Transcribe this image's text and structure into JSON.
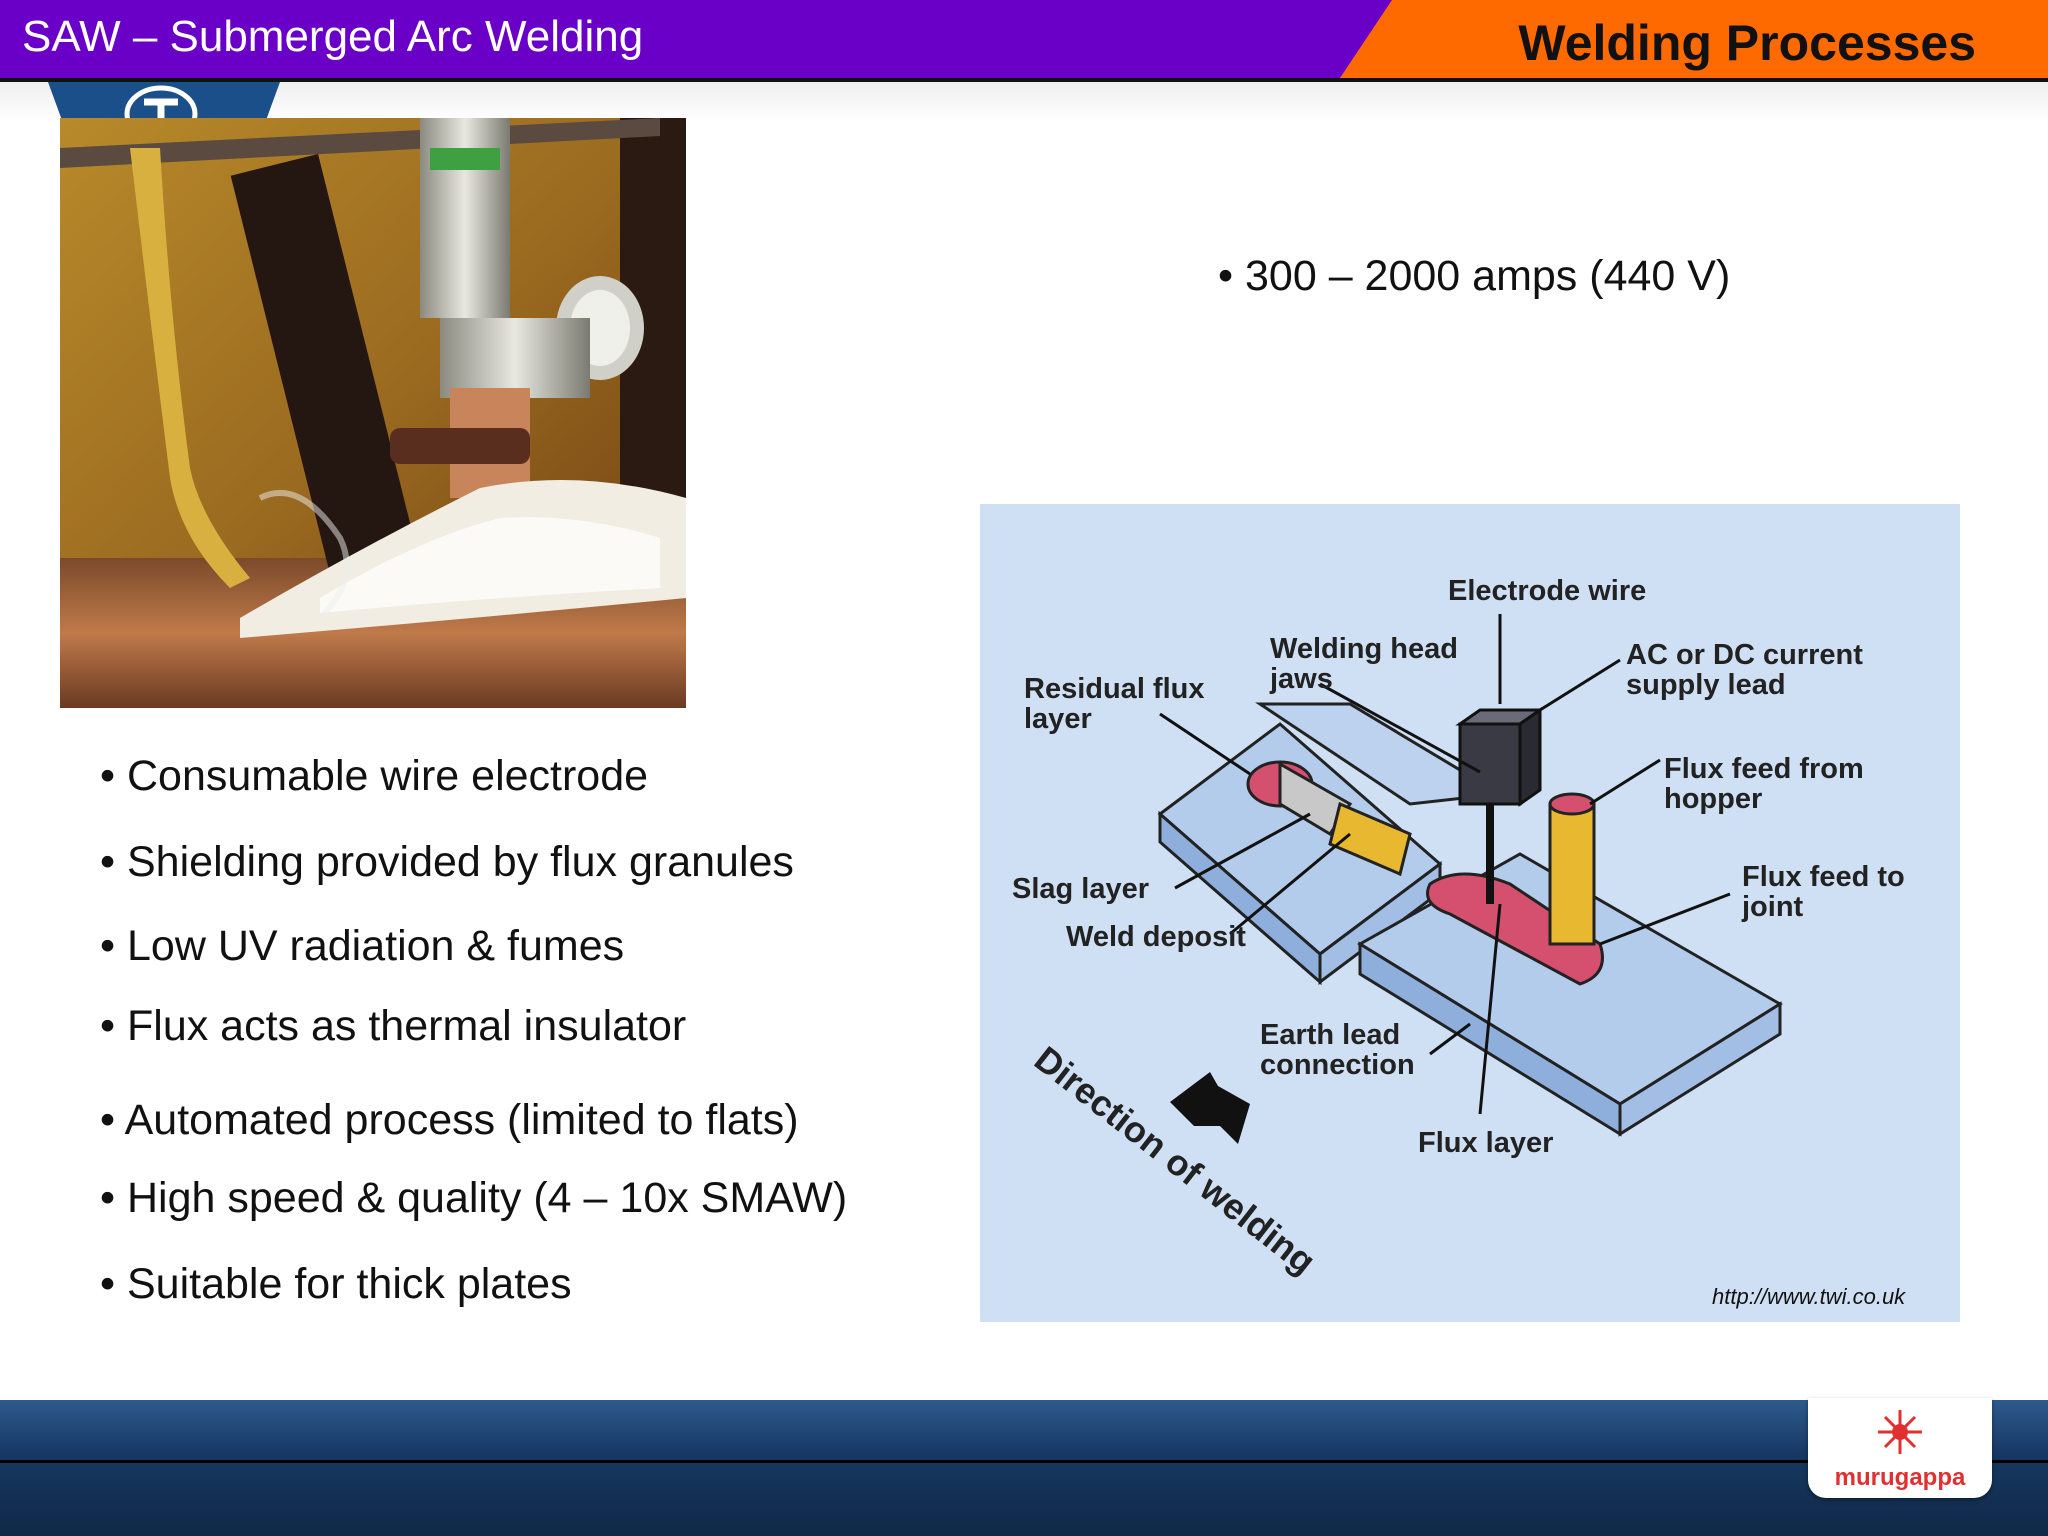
{
  "header": {
    "topic": "SAW – Submerged Arc Welding",
    "section": "Welding Processes"
  },
  "bullets_left": [
    "• Consumable wire electrode",
    "• Shielding provided by flux granules",
    "• Low UV radiation & fumes",
    "• Flux acts as thermal insulator",
    "• Automated process (limited to flats)",
    "• High speed & quality (4 – 10x SMAW)",
    "• Suitable for thick plates"
  ],
  "bullet_right": "• 300 – 2000 amps (440 V)",
  "diagram": {
    "labels": {
      "electrode_wire": "Electrode wire",
      "welding_head_1": "Welding head",
      "welding_head_2": "jaws",
      "residual_flux_1": "Residual flux",
      "residual_flux_2": "layer",
      "ac_dc_1": "AC or DC current",
      "ac_dc_2": "supply lead",
      "flux_hopper_1": "Flux feed from",
      "flux_hopper_2": "hopper",
      "slag_layer": "Slag layer",
      "weld_deposit": "Weld deposit",
      "flux_joint_1": "Flux feed to",
      "flux_joint_2": "joint",
      "earth_lead_1": "Earth lead",
      "earth_lead_2": "connection",
      "flux_layer": "Flux layer",
      "direction": "Direction of welding"
    },
    "credit": "http://www.twi.co.uk"
  },
  "footer": {
    "logo_text": "murugappa"
  }
}
